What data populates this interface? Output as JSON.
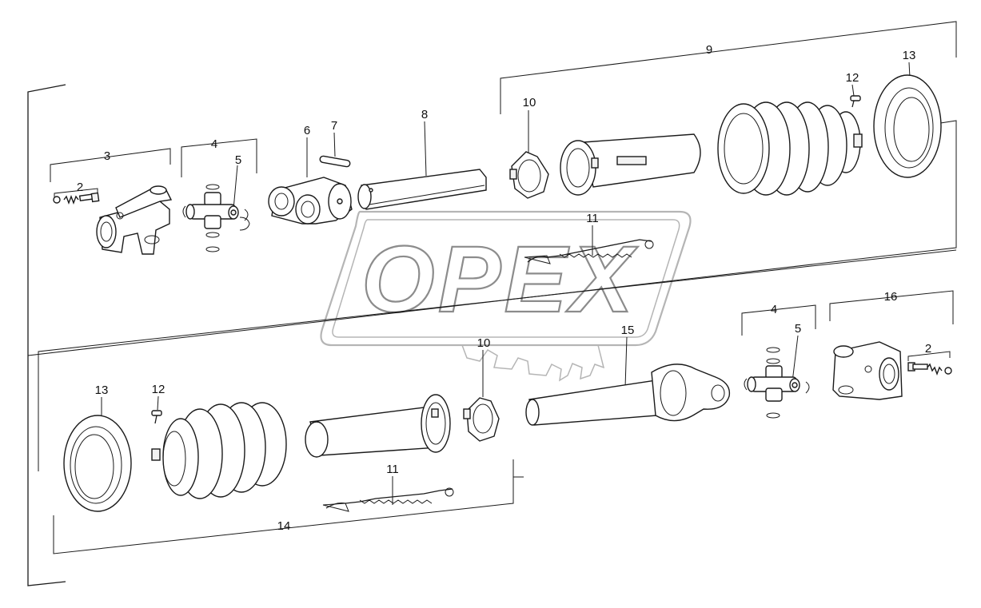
{
  "diagram": {
    "watermark": "OPEX",
    "callouts": {
      "top": [
        "2",
        "3",
        "4",
        "5",
        "6",
        "7",
        "8",
        "9",
        "10",
        "11",
        "12",
        "13"
      ],
      "bottom": [
        "2",
        "4",
        "5",
        "10",
        "11",
        "12",
        "13",
        "14",
        "15",
        "16"
      ]
    }
  }
}
